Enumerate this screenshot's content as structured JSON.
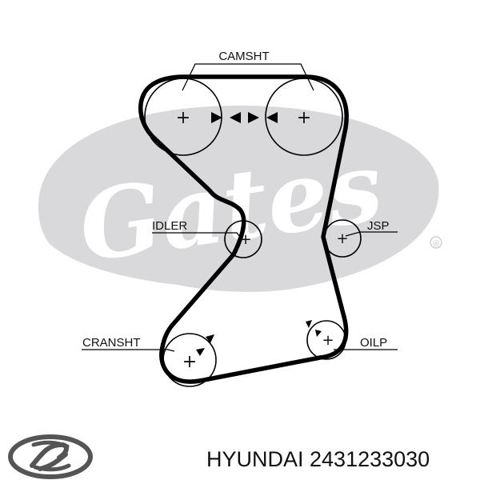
{
  "watermark": {
    "brand_text": "Gates",
    "registered_mark": "®",
    "color": "#d9d9dc"
  },
  "diagram": {
    "pulleys": {
      "camshaft_left": "CAMSHT",
      "idler": "IDLER",
      "jsp": "JSP",
      "crankshaft": "CRANSHT",
      "oil_pump": "OILP"
    },
    "plus_glyph": "+",
    "belt_color": "#000000"
  },
  "footer": {
    "brand_logo_icon": "hyundai-logo-icon",
    "part_caption": "HYUNDAI 2431233030"
  }
}
